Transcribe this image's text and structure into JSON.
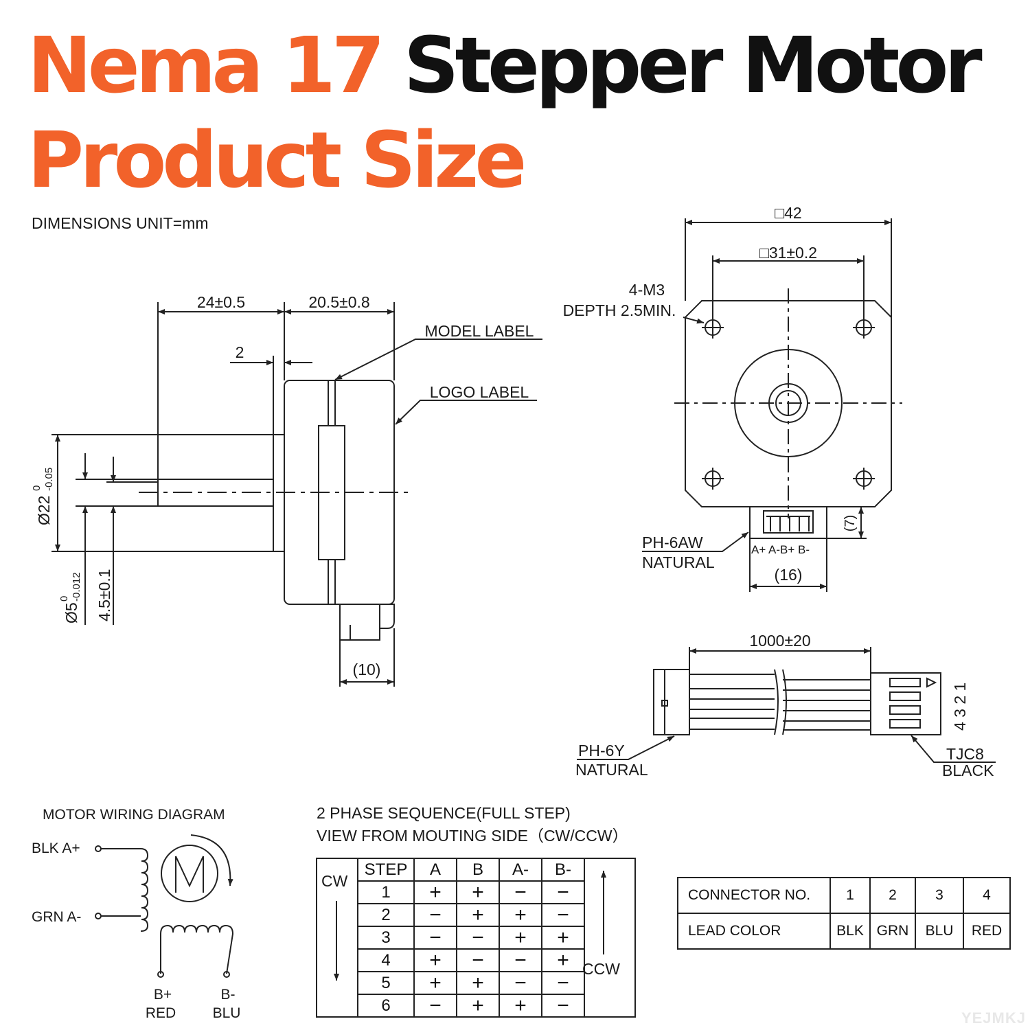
{
  "title": {
    "line1_orange": "Nema 17",
    "line1_black": "Stepper Motor",
    "line2_orange": "Product Size"
  },
  "units_note": "DIMENSIONS UNIT=mm",
  "side_view": {
    "dim_shaft_length": "24±0.5",
    "dim_body_length": "20.5±0.8",
    "dim_boss": "2",
    "dim_boss_diameter": "Ø22",
    "dim_boss_diameter_tol_upper": "0",
    "dim_boss_diameter_tol_lower": "-0.05",
    "dim_shaft_diameter": "Ø5",
    "dim_shaft_diameter_tol_upper": "0",
    "dim_shaft_diameter_tol_lower": "-0.012",
    "dim_flat": "4.5±0.1",
    "dim_connector": "(10)",
    "label_model": "MODEL LABEL",
    "label_logo": "LOGO LABEL"
  },
  "front_view": {
    "dim_body": "□42",
    "dim_holes": "□31±0.2",
    "holes_note_1": "4-M3",
    "holes_note_2": "DEPTH 2.5MIN.",
    "connector_1": "PH-6AW",
    "connector_2": "NATURAL",
    "pins": "A+  A-B+  B-",
    "dim_connector_width": "(16)",
    "dim_connector_height": "(7)"
  },
  "cable": {
    "length": "1000±20",
    "left_connector_1": "PH-6Y",
    "left_connector_2": "NATURAL",
    "right_connector_1": "TJC8",
    "right_connector_2": "BLACK",
    "pin_numbers": "4 3 2 1"
  },
  "wiring": {
    "title": "MOTOR WIRING  DIAGRAM",
    "blk": "BLK  A+",
    "grn": "GRN  A-",
    "motor_symbol": "M",
    "b_plus": "B+",
    "b_plus_color": "RED",
    "b_minus": "B-",
    "b_minus_color": "BLU"
  },
  "sequence": {
    "title_1": "2 PHASE SEQUENCE(FULL STEP)",
    "title_2": "VIEW FROM MOUTING SIDE（CW/CCW）",
    "cw": "CW",
    "ccw": "CCW",
    "headers": [
      "STEP",
      "A",
      "B",
      "A-",
      "B-"
    ],
    "rows": [
      [
        "1",
        "+",
        "+",
        "−",
        "−"
      ],
      [
        "2",
        "−",
        "+",
        "+",
        "−"
      ],
      [
        "3",
        "−",
        "−",
        "+",
        "+"
      ],
      [
        "4",
        "+",
        "−",
        "−",
        "+"
      ],
      [
        "5",
        "+",
        "+",
        "−",
        "−"
      ],
      [
        "6",
        "−",
        "+",
        "+",
        "−"
      ]
    ]
  },
  "connector_table": {
    "row1_label": "CONNECTOR NO.",
    "row1": [
      "1",
      "2",
      "3",
      "4"
    ],
    "row2_label": "LEAD COLOR",
    "row2": [
      "BLK",
      "GRN",
      "BLU",
      "RED"
    ]
  },
  "watermark": "YEJMKJ"
}
